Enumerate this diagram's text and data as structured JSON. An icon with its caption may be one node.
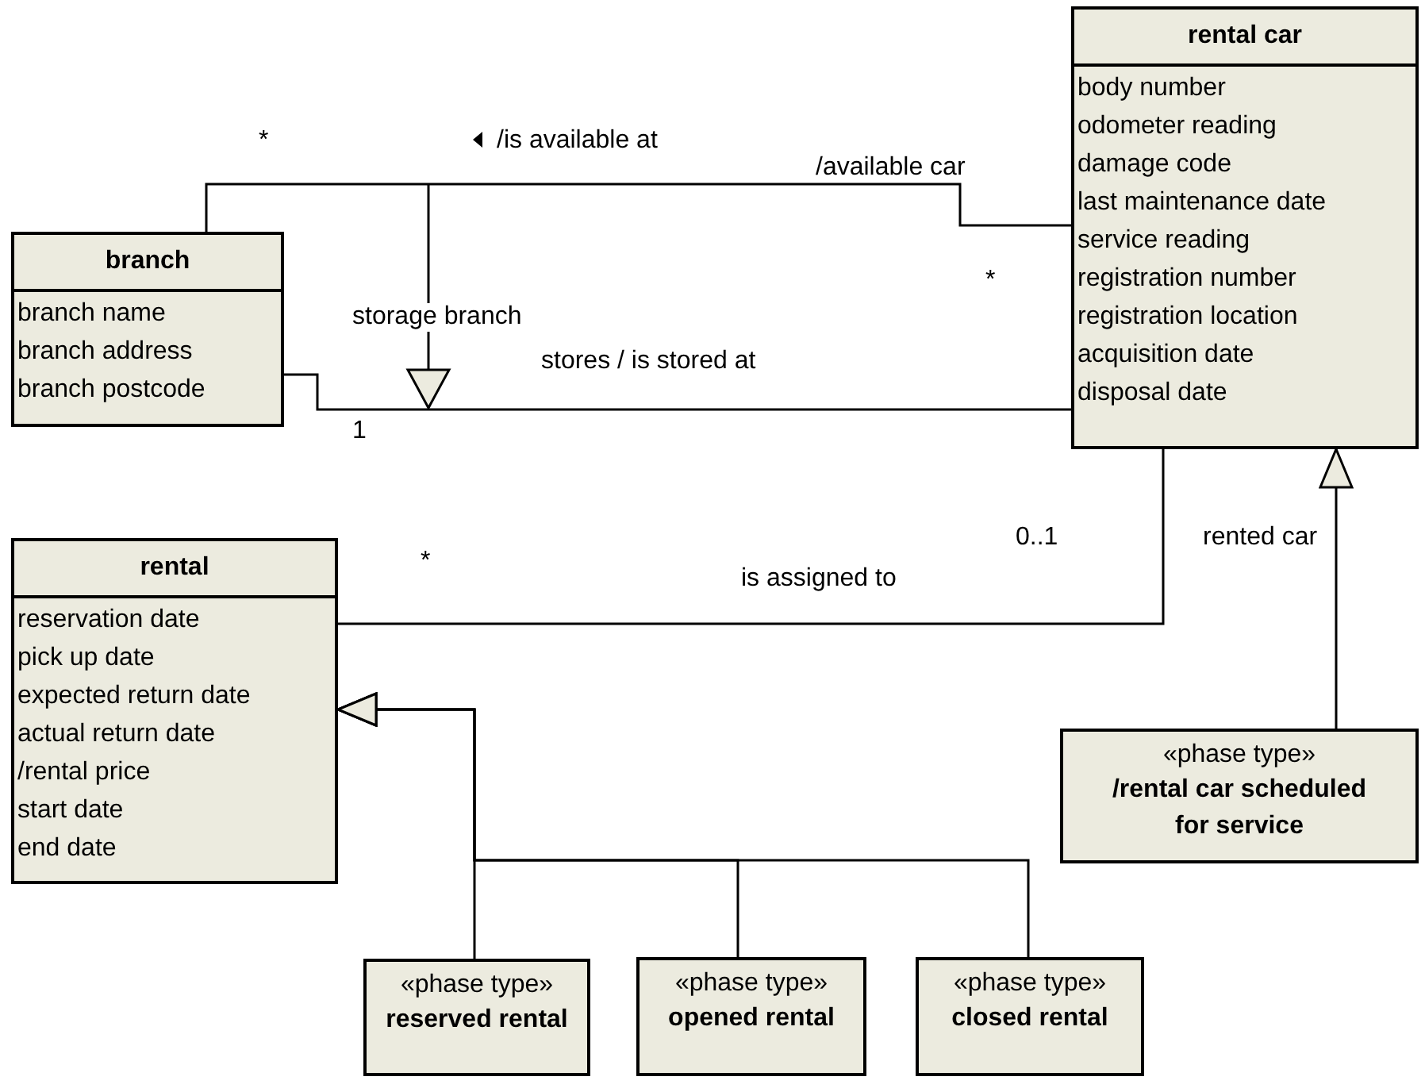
{
  "diagram": {
    "nodes": [
      {
        "text": [
          "branch",
          "branch name",
          "branch address",
          "branch postcode"
        ]
      },
      {
        "text": [
          "rental car",
          "body number",
          "odometer reading",
          "damage code",
          "last maintenance date",
          "service reading",
          "registration number",
          "registration location",
          "acquisition date",
          "disposal date"
        ]
      },
      {
        "text": [
          "rental",
          "reservation date",
          "pick up date",
          "expected return date",
          "actual return date",
          "/rental price",
          "start date",
          "end date"
        ]
      },
      {
        "text": [
          "«phase type»",
          "/rental car scheduled for service"
        ]
      },
      {
        "text": [
          "«phase type»",
          "reserved rental"
        ]
      },
      {
        "text": [
          "«phase type»",
          "opened rental"
        ]
      },
      {
        "text": [
          "«phase type»",
          "closed rental"
        ]
      }
    ],
    "edges": [
      {
        "from": 0,
        "to": 1,
        "arrow": "none",
        "label": "/is available at"
      },
      {
        "from": 0,
        "to": 1,
        "arrow": "none",
        "label": "stores / is stored at"
      },
      {
        "from": 2,
        "to": 1,
        "arrow": "none",
        "label": "is assigned to"
      },
      {
        "from": 3,
        "to": 1,
        "arrow": "to"
      },
      {
        "from": 4,
        "to": 2,
        "arrow": "to"
      },
      {
        "from": 5,
        "to": 2,
        "arrow": "to"
      },
      {
        "from": 6,
        "to": 2,
        "arrow": "to"
      }
    ],
    "labels": [
      "*",
      "/available car",
      "*",
      "storage branch",
      "1",
      "*",
      "0..1",
      "rented car"
    ]
  }
}
